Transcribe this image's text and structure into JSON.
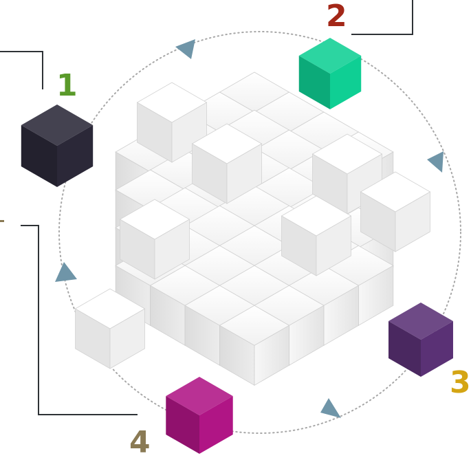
{
  "steps": [
    {
      "label": "1",
      "color": "#5a9a2a",
      "cube_color": "#2b2838"
    },
    {
      "label": "2",
      "color": "#a32718",
      "cube_color": "#0fcf94"
    },
    {
      "label": "3",
      "color": "#d4a514",
      "cube_color": "#5a3175"
    },
    {
      "label": "4",
      "color": "#8a7a54",
      "cube_color": "#b01585"
    }
  ],
  "colors": {
    "connector_line": "#2e3236",
    "arrow": "#6f95a8",
    "dotted_circle": "#a7a7a7",
    "central_cube": "#f2f2f2"
  },
  "icons": [
    "arrow-triangle-icon",
    "cube-icon"
  ]
}
